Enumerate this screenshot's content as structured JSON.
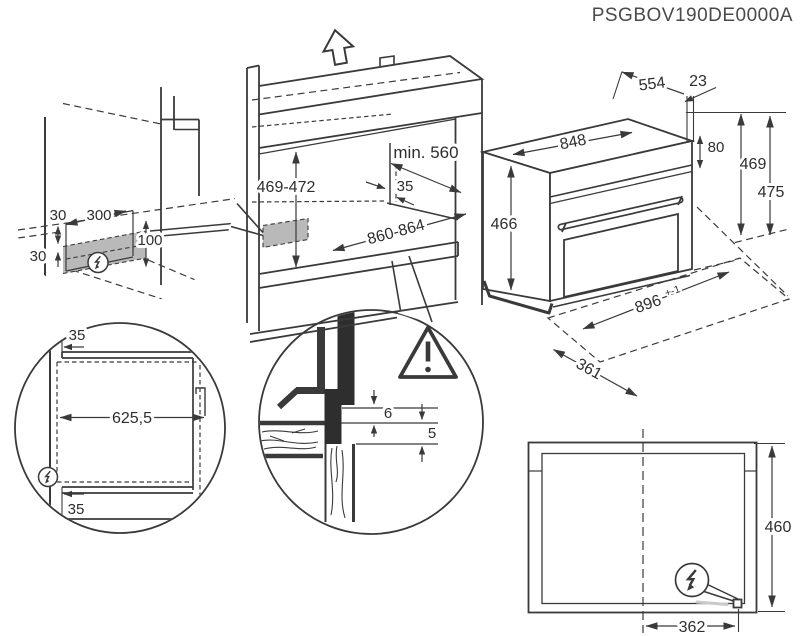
{
  "title": "PSGBOV190DE0000A",
  "colors": {
    "line": "#3a3a3a",
    "shade": "#b9b9b9",
    "black_section": "#2e2e2e",
    "background": "#ffffff"
  },
  "cabinet": {
    "up_arrow_icon": "up-arrow",
    "niche_depth_min": "min. 560",
    "side_panel_offset": "35",
    "niche_height": "469-472",
    "niche_width": "860-864"
  },
  "oven": {
    "depth": "554",
    "rear_gap": "23",
    "top_width": "848",
    "control_panel_height": "80",
    "install_height": "469",
    "total_height": "475",
    "body_height": "466",
    "plinth_width": "896",
    "plinth_width_tolerance": "+-1",
    "plinth_depth": "361"
  },
  "detail_wall_zone": {
    "electric_icon": "lightning-bolt",
    "offset_top": "30",
    "zone_width": "300",
    "offset_left": "30",
    "zone_height": "100"
  },
  "detail_cabinet_plan": {
    "electric_icon": "lightning-bolt",
    "clearance_top": "35",
    "inner_width": "625,5",
    "clearance_bottom": "35"
  },
  "detail_trim_gap": {
    "warning_icon": "warning-triangle",
    "gap_upper": "6",
    "gap_lower": "5"
  },
  "top_view": {
    "electric_icon": "lightning-bolt",
    "inner_depth": "460",
    "connection_offset": "362"
  }
}
